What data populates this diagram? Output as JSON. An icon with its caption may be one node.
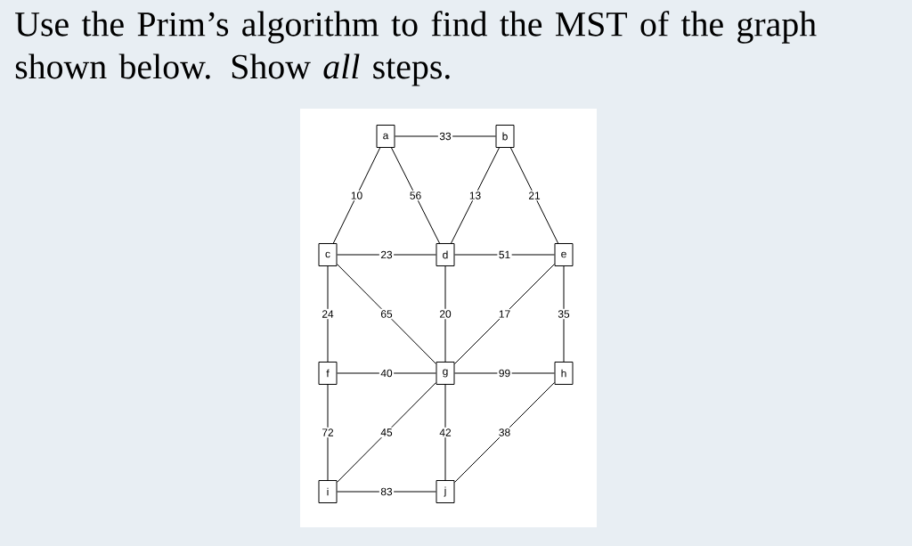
{
  "diagram": {
    "title": "Use the Prim’s algorithm to find the MST of the graph shown below. Show *all* steps.",
    "nodes": [
      {
        "text": [
          "a"
        ]
      },
      {
        "text": [
          "b"
        ]
      },
      {
        "text": [
          "c"
        ]
      },
      {
        "text": [
          "d"
        ]
      },
      {
        "text": [
          "e"
        ]
      },
      {
        "text": [
          "f"
        ]
      },
      {
        "text": [
          "g"
        ]
      },
      {
        "text": [
          "h"
        ]
      },
      {
        "text": [
          "i"
        ]
      },
      {
        "text": [
          "j"
        ]
      }
    ],
    "edges": [
      {
        "from": 0,
        "to": 1,
        "arrow": "none",
        "label": "33"
      },
      {
        "from": 0,
        "to": 2,
        "arrow": "none",
        "label": "10"
      },
      {
        "from": 0,
        "to": 3,
        "arrow": "none",
        "label": "56"
      },
      {
        "from": 1,
        "to": 3,
        "arrow": "none",
        "label": "13"
      },
      {
        "from": 1,
        "to": 4,
        "arrow": "none",
        "label": "21"
      },
      {
        "from": 2,
        "to": 3,
        "arrow": "none",
        "label": "23"
      },
      {
        "from": 3,
        "to": 4,
        "arrow": "none",
        "label": "51"
      },
      {
        "from": 2,
        "to": 5,
        "arrow": "none",
        "label": "24"
      },
      {
        "from": 2,
        "to": 6,
        "arrow": "none",
        "label": "65"
      },
      {
        "from": 3,
        "to": 6,
        "arrow": "none",
        "label": "20"
      },
      {
        "from": 4,
        "to": 6,
        "arrow": "none",
        "label": "17"
      },
      {
        "from": 4,
        "to": 7,
        "arrow": "none",
        "label": "35"
      },
      {
        "from": 5,
        "to": 6,
        "arrow": "none",
        "label": "40"
      },
      {
        "from": 6,
        "to": 7,
        "arrow": "none",
        "label": "99"
      },
      {
        "from": 5,
        "to": 8,
        "arrow": "none",
        "label": "72"
      },
      {
        "from": 6,
        "to": 8,
        "arrow": "none",
        "label": "45"
      },
      {
        "from": 6,
        "to": 9,
        "arrow": "none",
        "label": "42"
      },
      {
        "from": 7,
        "to": 9,
        "arrow": "none",
        "label": "38"
      },
      {
        "from": 8,
        "to": 9,
        "arrow": "none",
        "label": "83"
      }
    ]
  }
}
